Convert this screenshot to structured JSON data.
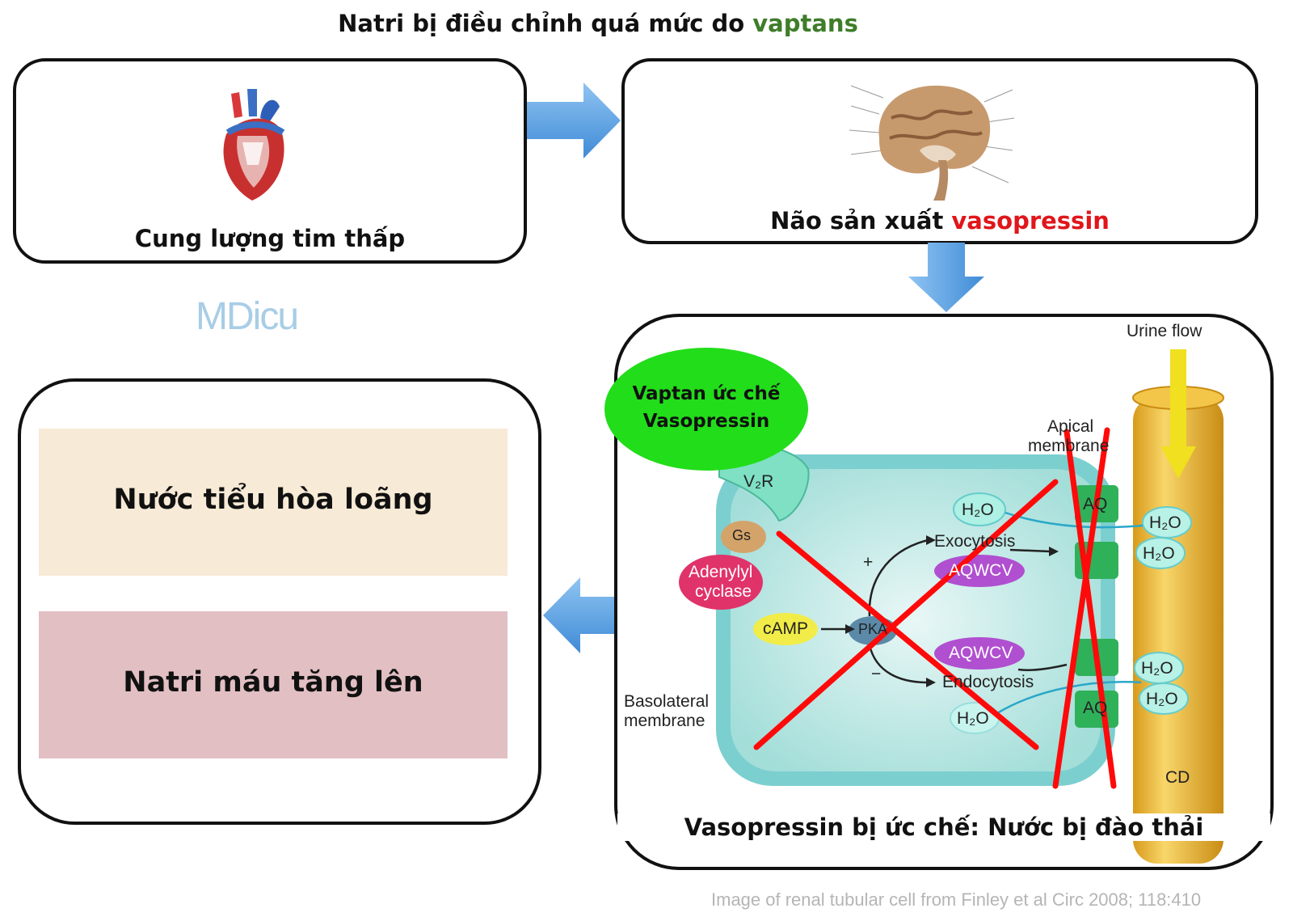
{
  "title": {
    "prefix": "Natri bị điều chỉnh quá mức do ",
    "highlight": "vaptans"
  },
  "box_heart": {
    "caption": "Cung lượng tim thấp"
  },
  "box_brain": {
    "caption_prefix": "Não sản xuất ",
    "caption_highlight": "vasopressin"
  },
  "box_cell": {
    "caption": "Vasopressin bị ức chế: Nước bị đào thải",
    "inhibitor_line1": "Vaptan ức chế",
    "inhibitor_line2": "Vasopressin",
    "urine_flow": "Urine flow",
    "apical_line1": "Apical",
    "apical_line2": "membrane",
    "basolateral_line1": "Basolateral",
    "basolateral_line2": "membrane",
    "v2r": "V₂R",
    "gs": "Gs",
    "adenylyl_line1": "Adenylyl",
    "adenylyl_line2": "cyclase",
    "camp": "cAMP",
    "pka": "PKA",
    "exocytosis": "Exocytosis",
    "endocytosis": "Endocytosis",
    "aqwcv": "AQWCV",
    "aq": "AQ",
    "h2o": "H₂O",
    "cd": "CD",
    "plus": "+",
    "minus": "−"
  },
  "box_results": {
    "result1": "Nước tiểu hòa loãng",
    "result2": "Natri máu tăng lên"
  },
  "watermark": "MDicu",
  "citation": "Image of renal tubular cell from Finley et al Circ 2008; 118:410",
  "colors": {
    "title_highlight": "#3e7d2a",
    "vasopressin_highlight": "#e0161b",
    "arrow_blue": "#5aa0e0",
    "cross_red": "#ff0a0a"
  }
}
